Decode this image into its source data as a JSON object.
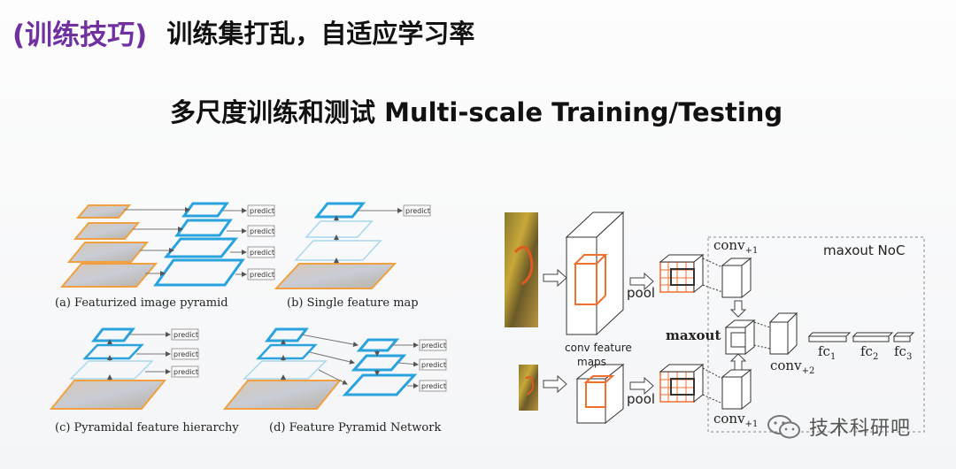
{
  "slide": {
    "tag": "(训练技巧)",
    "headline": "训练集打乱，自适应学习率",
    "subtitle": "多尺度训练和测试 Multi-scale Training/Testing"
  },
  "fpn": {
    "predict_label": "predict",
    "captions": {
      "a": "(a) Featurized image pyramid",
      "b": "(b) Single feature map",
      "c": "(c) Pyramidal feature hierarchy",
      "d": "(d) Feature Pyramid Network"
    }
  },
  "noc": {
    "box_title": "maxout NoC",
    "pool": "pool",
    "conv_feature_maps": "conv feature maps",
    "conv_plus1": "conv",
    "conv_plus1_sub": "+1",
    "conv_plus2": "conv",
    "conv_plus2_sub": "+2",
    "maxout": "maxout",
    "fc": "fc",
    "fc_subs": [
      "1",
      "2",
      "3"
    ]
  },
  "watermark": {
    "text": "技术科研吧"
  },
  "colors": {
    "tag": "#7030a0",
    "feature_blue": "#29a3dd",
    "image_orange": "#f0a040",
    "conv_orange": "#f07030"
  }
}
